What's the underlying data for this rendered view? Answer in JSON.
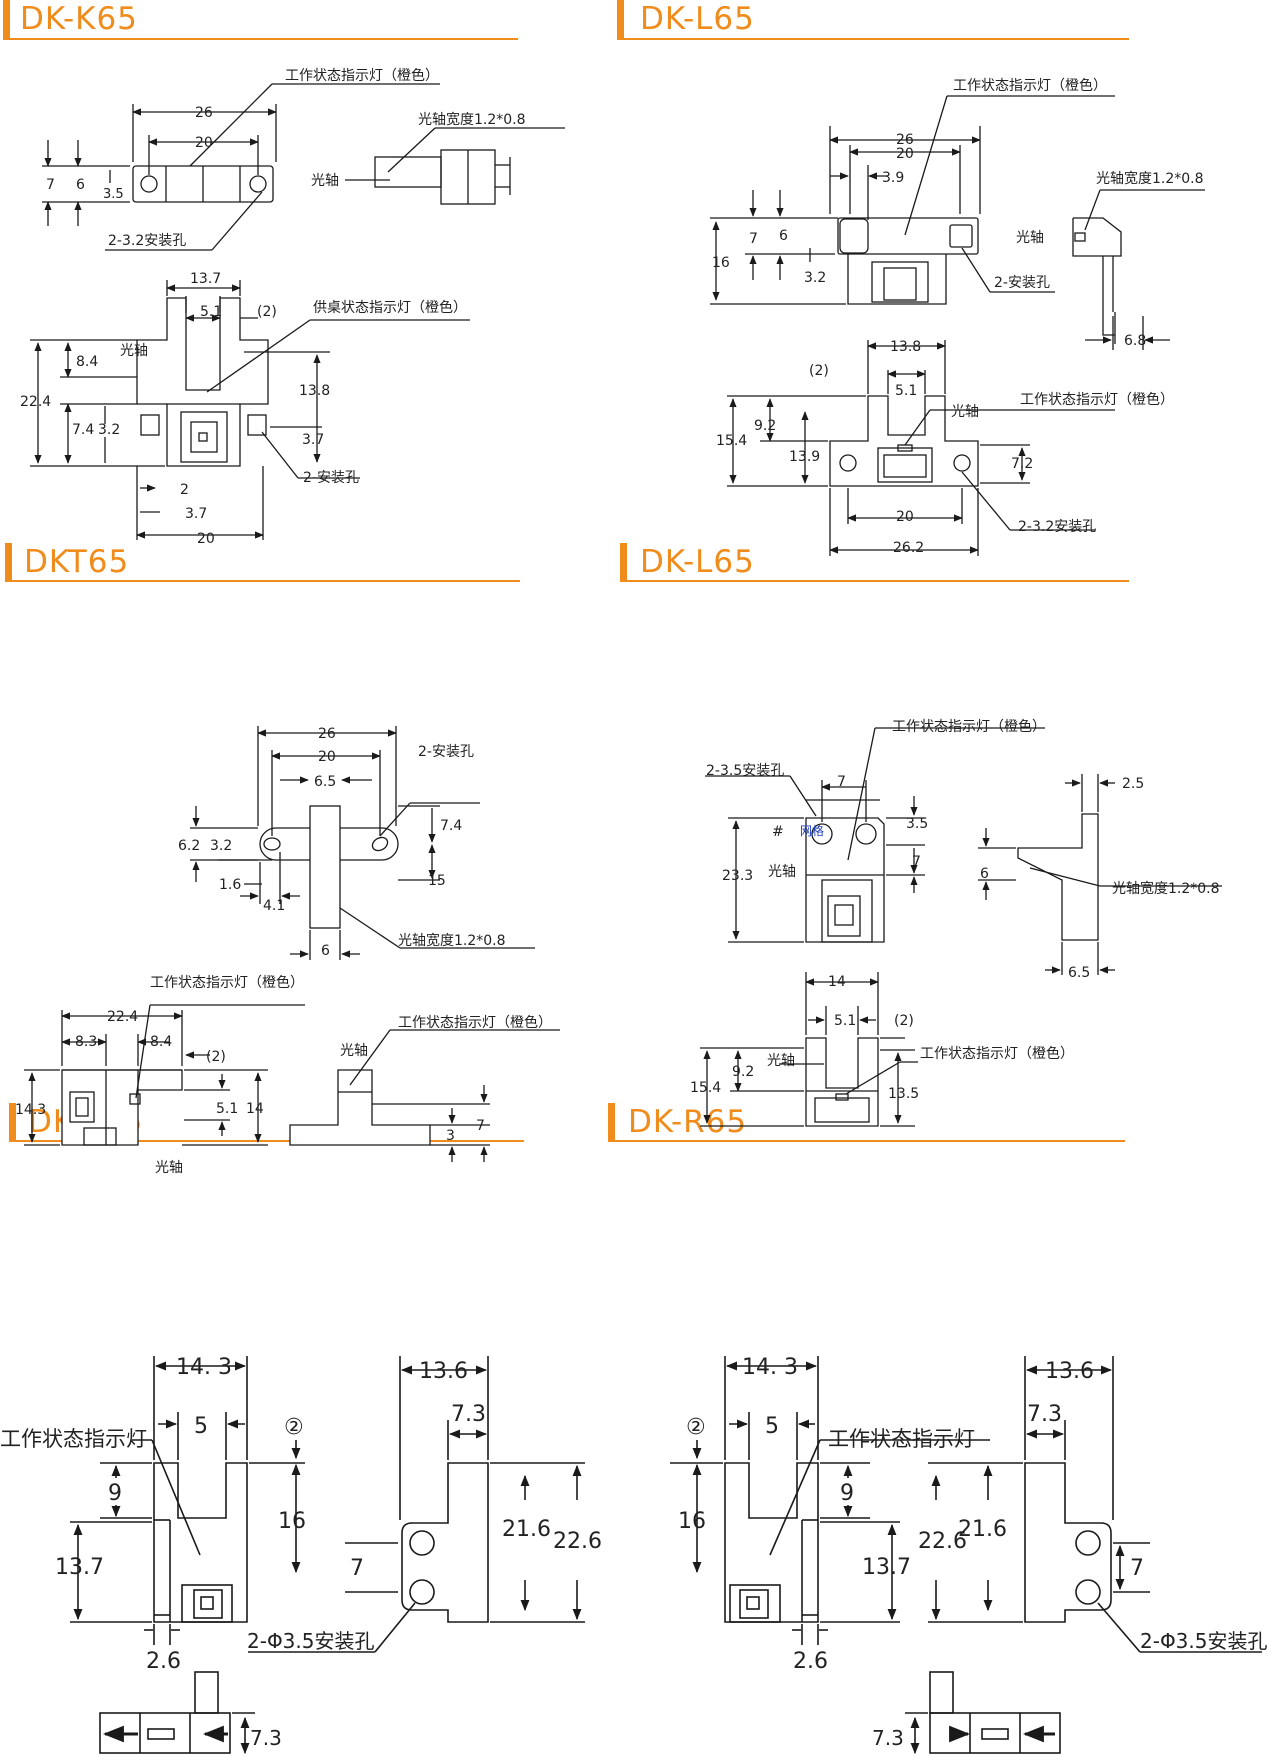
{
  "colors": {
    "accent": "#f08c1c",
    "line": "#1a1a1a",
    "watermark": "#1f3fbf"
  },
  "sections": [
    {
      "title": "DK-K65"
    },
    {
      "title": "DK-L65"
    },
    {
      "title": "DKT65"
    },
    {
      "title": "DK-L65"
    },
    {
      "title": "DK-F65"
    },
    {
      "title": "DK-R65"
    }
  ],
  "texts": {
    "k_ind": "工作状态指示灯（橙色）",
    "k_26": "26",
    "k_20": "20",
    "k_7": "7",
    "k_6": "6",
    "k_35": "3.5",
    "k_holes": "2-3.2安装孔",
    "k_axw": "光轴宽度1.2*0.8",
    "k_ax": "光轴",
    "k_137": "13.7",
    "k_51": "5.1",
    "k_p2": "(2)",
    "k_ind2": "供桌状态指示灯（橙色）",
    "k_ax2": "光轴",
    "k_84": "8.4",
    "k_224": "22.4",
    "k_138": "13.8",
    "k_74": "7.4",
    "k_32": "3.2",
    "k_37a": "3.7",
    "k_holes2": "2-安装孔",
    "k_2": "2",
    "k_37b": "3.7",
    "k_20b": "20",
    "l_ind": "工作状态指示灯（橙色）",
    "l_26": "26",
    "l_20": "20",
    "l_39": "3.9",
    "l_16": "16",
    "l_7": "7",
    "l_6": "6",
    "l_32": "3.2",
    "l_holes": "2-安装孔",
    "l_axw": "光轴宽度1.2*0.8",
    "l_ax": "光轴",
    "l_68": "6.8",
    "l_138": "13.8",
    "l_51": "5.1",
    "l_p2": "(2)",
    "l_ind2": "工作状态指示灯（橙色）",
    "l_ax2": "光轴",
    "l_92": "9.2",
    "l_154": "15.4",
    "l_139": "13.9",
    "l_72": "7.2",
    "l_20b": "20",
    "l_holes2": "2-3.2安装孔",
    "l_262": "26.2",
    "t_26": "26",
    "t_20": "20",
    "t_65": "6.5",
    "t_holes": "2-安装孔",
    "t_74": "7.4",
    "t_62": "6.2",
    "t_32": "3.2",
    "t_15": "15",
    "t_16": "1.6",
    "t_41": "4.1",
    "t_6": "6",
    "t_axw": "光轴宽度1.2*0.8",
    "t_ind": "工作状态指示灯（橙色）",
    "t_224": "22.4",
    "t_83": "8.3",
    "t_84": "8.4",
    "t_p2": "(2)",
    "t_143": "14.3",
    "t_51": "5.1",
    "t_14": "14",
    "t_ax": "光轴",
    "t_ind2": "工作状态指示灯（橙色）",
    "t_ax2": "光轴",
    "t_7": "7",
    "t_3": "3",
    "m_ind": "工作状态指示灯（橙色）",
    "m_holes": "2-3.5安装孔",
    "m_7": "7",
    "m_35": "3.5",
    "m_233": "23.3",
    "m_ax": "光轴",
    "m_7b": "7",
    "m_wm": "网格",
    "m_25": "2.5",
    "m_6": "6",
    "m_axw": "光轴宽度1.2*0.8",
    "m_65": "6.5",
    "m_14": "14",
    "m_51": "5.1",
    "m_p2": "(2)",
    "m_ax2": "光轴",
    "m_ind2": "工作状态指示灯（橙色）",
    "m_92": "9.2",
    "m_154": "15.4",
    "m_135": "13.5",
    "f_143": "14. 3",
    "f_5": "5",
    "f_p2": "②",
    "f_ind": "工作状态指示灯",
    "f_9": "9",
    "f_16": "16",
    "f_137": "13.7",
    "f_26": "2.6",
    "f_136": "13.6",
    "f_73": "7.3",
    "f_216": "21.6",
    "f_226": "22.6",
    "f_7": "7",
    "f_holes": "2-Φ3.5安装孔",
    "f_73b": "7.3",
    "r_143": "14. 3",
    "r_5": "5",
    "r_p2": "②",
    "r_ind": "工作状态指示灯",
    "r_9": "9",
    "r_16": "16",
    "r_137": "13.7",
    "r_26": "2.6",
    "r_136": "13.6",
    "r_73": "7.3",
    "r_226": "22.6",
    "r_216": "21.6",
    "r_7": "7",
    "r_holes": "2-Φ3.5安装孔",
    "r_73b": "7.3"
  }
}
